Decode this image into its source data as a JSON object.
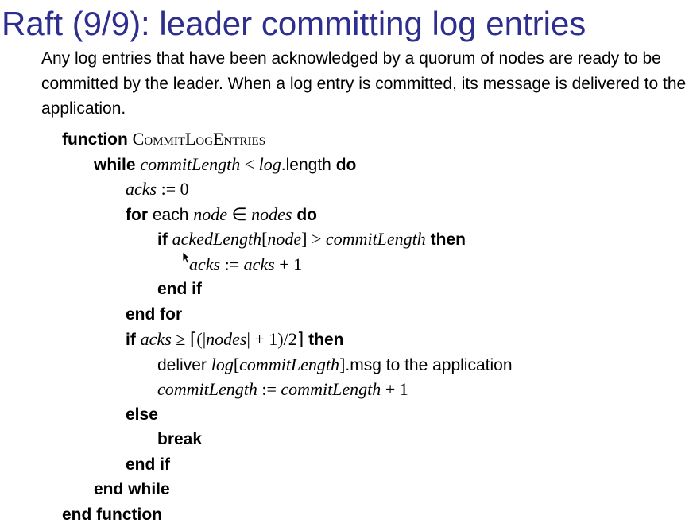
{
  "slide": {
    "title": "Raft (9/9): leader committing log entries",
    "intro": "Any log entries that have been acknowledged by a quorum of nodes are ready to be committed by the leader. When a log entry is committed, its message is delivered to the application."
  },
  "algorithm": {
    "function_kw": "function",
    "function_name": "CommitLogEntries",
    "while_kw": "while",
    "while_cond_var": "commitLength",
    "while_cond_op": " < ",
    "while_cond_log": "log",
    "while_cond_length": ".length",
    "do_kw": "do",
    "acks_init_var": "acks",
    "acks_init_rest": " := 0",
    "for_kw": "for",
    "for_each": "each",
    "for_node": "node",
    "for_in": " ∈ ",
    "for_nodes": "nodes",
    "if_kw": "if",
    "if1_acked": "ackedLength",
    "if1_lb": "[",
    "if1_node": "node",
    "if1_rb": "]",
    "if1_op": " > ",
    "if1_commit": "commitLength",
    "then_kw": "then",
    "inc_acks1": "acks",
    "inc_assign": " := ",
    "inc_acks2": "acks",
    "inc_plus": " + 1",
    "end_if_kw": "end if",
    "end_for_kw": "end for",
    "if2_acks": "acks",
    "if2_op": " ≥ ⌈(|",
    "if2_nodes": "nodes",
    "if2_rest": "| + 1)/2⌉",
    "deliver_text": "deliver",
    "deliver_log": "log",
    "deliver_lb": "[",
    "deliver_commit": "commitLength",
    "deliver_rb": "]",
    "deliver_rest": ".msg to the application",
    "inc_commit1": "commitLength",
    "inc_commit_assign": " := ",
    "inc_commit2": "commitLength",
    "inc_commit_plus": " + 1",
    "else_kw": "else",
    "break_kw": "break",
    "end_while_kw": "end while",
    "end_function_kw": "end function"
  },
  "colors": {
    "title": "#2e2e8f",
    "text": "#000000"
  },
  "icons": {
    "cursor": "mouse-pointer-icon"
  }
}
